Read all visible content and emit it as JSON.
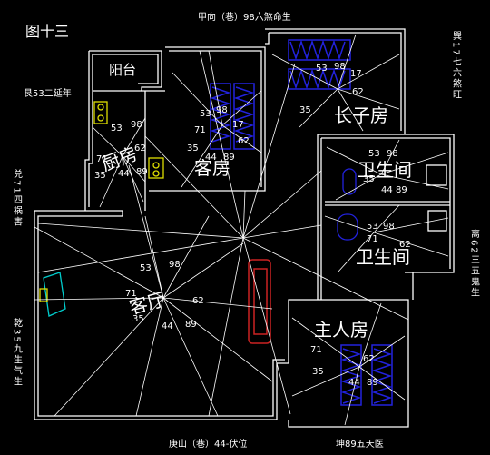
{
  "figure_label": "图十三",
  "edges": {
    "top": "甲向（巷）98六煞命生",
    "bottom_left": "庚山（巷）44-伏位",
    "bottom_right": "坤89五天医",
    "left_upper": "艮53二延年",
    "left_mid": "兑71四祸害",
    "left_low": "乾35九生气生",
    "right_top": "巽17七六煞旺",
    "right_mid": "离62三五鬼生"
  },
  "rooms": {
    "balcony": "阳台",
    "kitchen": "厨房",
    "guest_room": "客房",
    "eldest_son_room": "长子房",
    "toilet_top": "卫生间",
    "toilet_bottom": "卫生间",
    "living_room": "客厅",
    "master_bedroom": "主人房"
  },
  "grid_numbers": {
    "n53": "53",
    "n98": "98",
    "n71": "71",
    "n17": "17",
    "n62": "62",
    "n35": "35",
    "n44": "44",
    "n89": "89"
  },
  "colors": {
    "background": "#000000",
    "walls": "#ffffff",
    "bed": "#2222dd",
    "sofa": "#cc2222",
    "sink": "#dddd00",
    "fixture": "#00cccc"
  }
}
